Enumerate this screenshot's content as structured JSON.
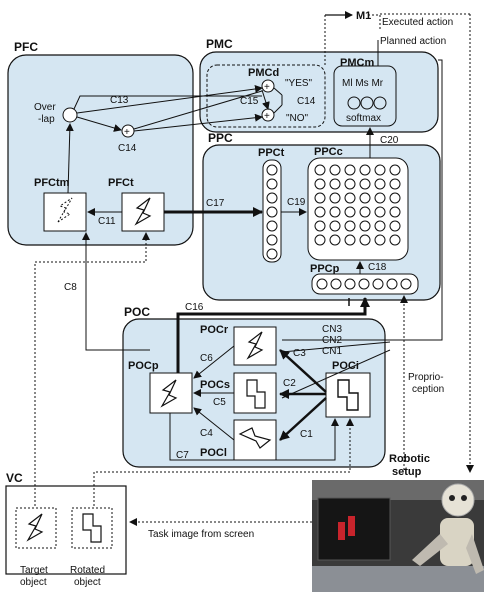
{
  "regions": {
    "pfc": "PFC",
    "pmc": "PMC",
    "ppc": "PPC",
    "poc": "POC",
    "vc": "VC"
  },
  "modules": {
    "pmcd": "PMCd",
    "pmcm": "PMCm",
    "ppct": "PPCt",
    "ppcc": "PPCc",
    "ppcp": "PPCp",
    "pfctm": "PFCtm",
    "pfct": "PFCt",
    "pocr": "POCr",
    "pocs": "POCs",
    "pocl": "POCl",
    "pocp": "POCp",
    "poci": "POCi"
  },
  "labels": {
    "m1": "M1",
    "executed_action": "Executed action",
    "planned_action": "Planned action",
    "yes": "\"YES\"",
    "no": "\"NO\"",
    "ml_ms_mr": "Ml Ms Mr",
    "softmax": "softmax",
    "overlap_1": "Over",
    "overlap_2": "-lap",
    "proprio_1": "Proprio-",
    "proprio_2": "ception",
    "robotic_1": "Robotic",
    "robotic_2": "setup",
    "task_image": "Task image from screen",
    "target_1": "Target",
    "target_2": "object",
    "rotated_1": "Rotated",
    "rotated_2": "object"
  },
  "connections": {
    "c1": "C1",
    "c2": "C2",
    "c3": "C3",
    "c4": "C4",
    "c5": "C5",
    "c6": "C6",
    "c7": "C7",
    "c8": "C8",
    "c11": "C11",
    "c13": "C13",
    "c14a": "C14",
    "c14b": "C14",
    "c15": "C15",
    "c16": "C16",
    "c17": "C17",
    "c18": "C18",
    "c19": "C19",
    "c20": "C20",
    "cn1": "CN1",
    "cn2": "CN2",
    "cn3": "CN3"
  },
  "colors": {
    "region_fill": "#d5e6f2",
    "stroke": "#111111",
    "robot_bg": "#3a3a3a",
    "screen_red": "#c8242c"
  }
}
